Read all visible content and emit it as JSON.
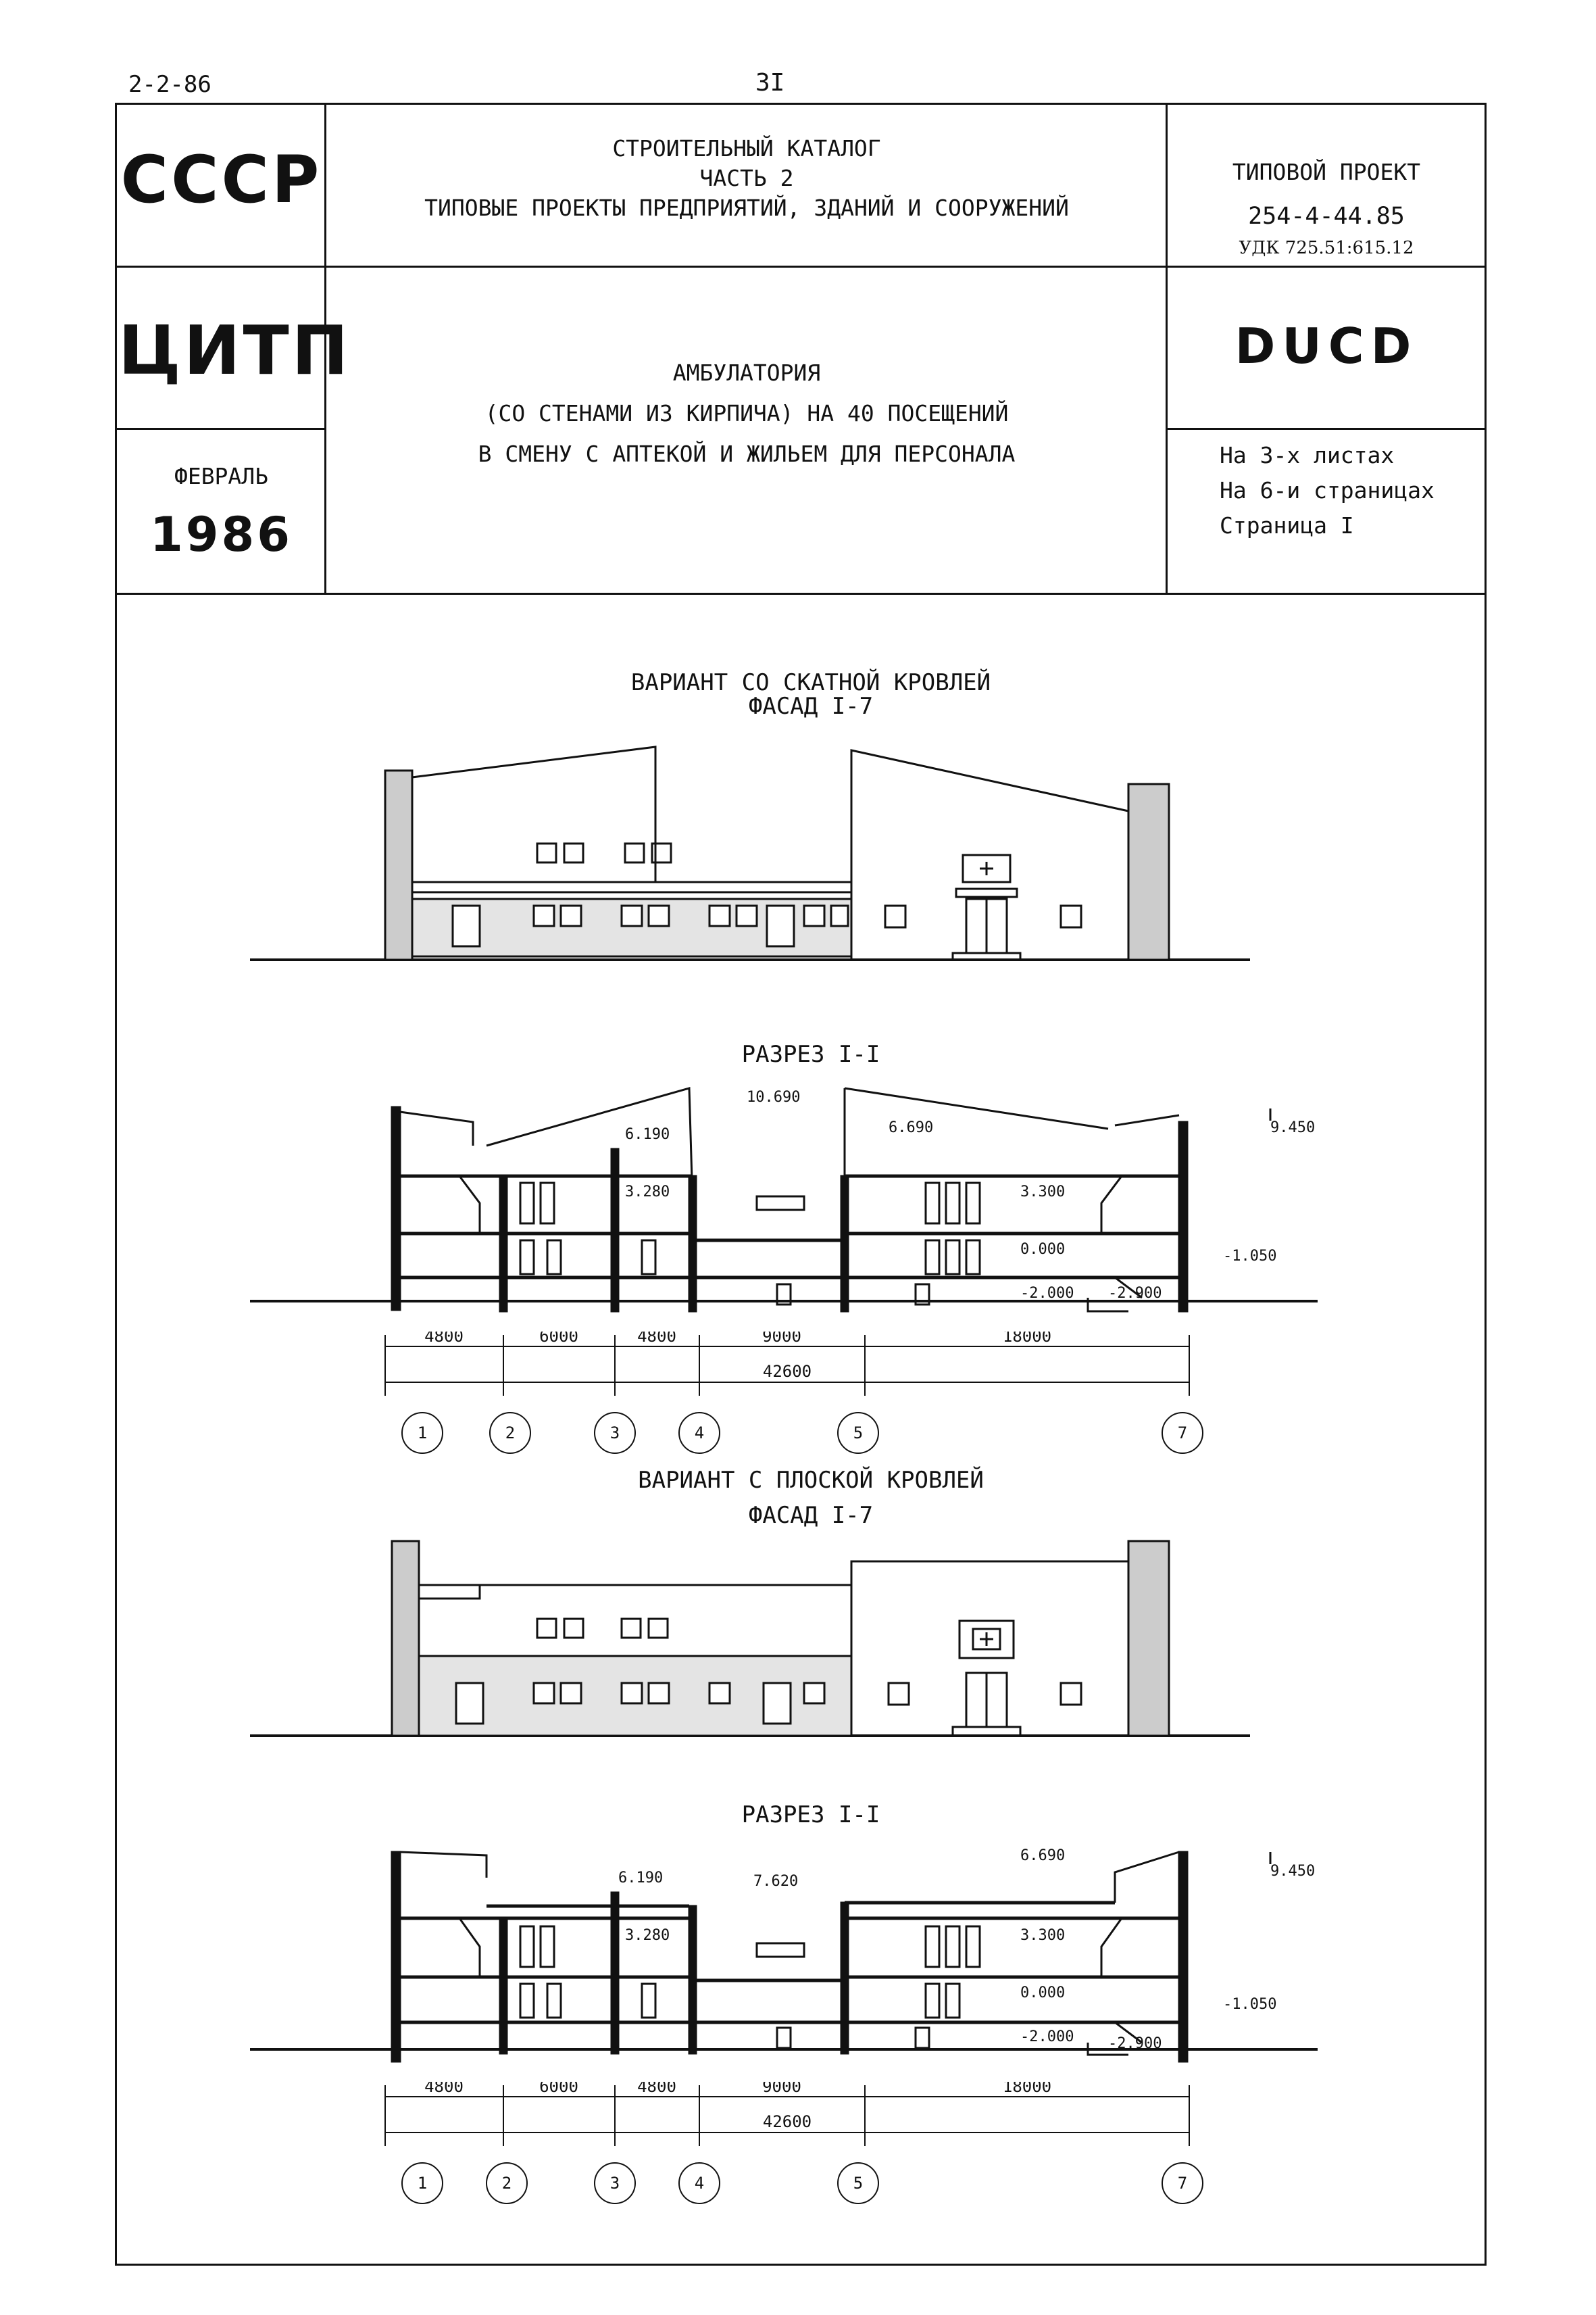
{
  "page": {
    "code": "2-2-86",
    "number": "3I"
  },
  "header": {
    "org1": "СССР",
    "org2": "ЦИТП",
    "month": "ФЕВРАЛЬ",
    "year": "1986",
    "catalog": [
      "СТРОИТЕЛЬНЫЙ КАТАЛОГ",
      "ЧАСТЬ 2",
      "ТИПОВЫЕ ПРОЕКТЫ ПРЕДПРИЯТИЙ, ЗДАНИЙ И СООРУЖЕНИЙ"
    ],
    "title": [
      "АМБУЛАТОРИЯ",
      "(СО СТЕНАМИ ИЗ КИРПИЧА) НА 40 ПОСЕЩЕНИЙ",
      "В СМЕНУ С АПТЕКОЙ И ЖИЛЬЕМ ДЛЯ ПЕРСОНАЛА"
    ],
    "project_label": "ТИПОВОЙ ПРОЕКТ",
    "project_number": "254-4-44.85",
    "udk": "УДК 725.51:615.12",
    "code_mark": "DUCD",
    "sheets": [
      "На 3-х листах",
      "На 6-и страницах",
      "Страница I"
    ]
  },
  "captions": {
    "variant1": "ВАРИАНТ СО СКАТНОЙ КРОВЛЕЙ",
    "facade1": "ФАСАД I-7",
    "section1": "РАЗРЕЗ I-I",
    "variant2": "ВАРИАНТ С ПЛОСКОЙ КРОВЛЕЙ",
    "facade2": "ФАСАД I-7",
    "section2": "РАЗРЕЗ I-I"
  },
  "section1_marks": {
    "top_high": "10.690",
    "left_roof": "6.190",
    "right_roof": "6.690",
    "left_floor": "3.280",
    "right_floor": "3.300",
    "ground_floor": "0.000",
    "basement": "-2.000",
    "pit": "-2.900",
    "ground": "-1.050",
    "top": "9.450"
  },
  "section2_marks": {
    "top_high": "7.620",
    "left_roof": "6.190",
    "right_roof": "6.690",
    "left_floor": "3.280",
    "right_floor": "3.300",
    "ground_floor": "0.000",
    "basement": "-2.000",
    "pit": "-2.900",
    "ground": "-1.050",
    "top": "9.450"
  },
  "dimensions": {
    "spans": [
      "4800",
      "6000",
      "4800",
      "9000",
      "18000"
    ],
    "total": "42600",
    "axes": [
      "1",
      "2",
      "3",
      "4",
      "5",
      "7"
    ]
  }
}
